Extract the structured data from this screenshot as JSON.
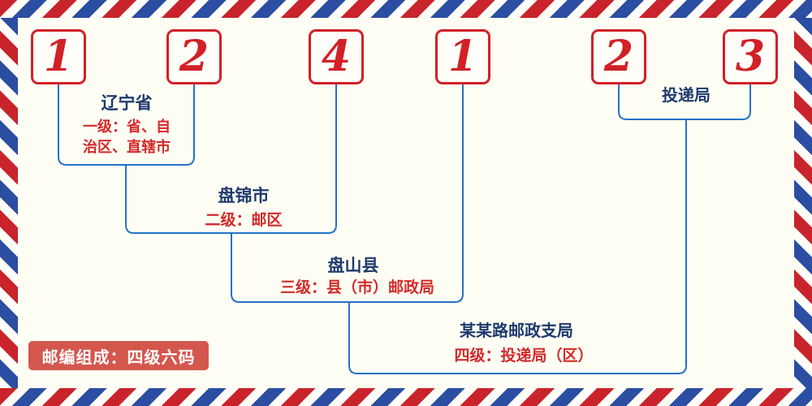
{
  "postal_code": {
    "digits": [
      "1",
      "2",
      "4",
      "1",
      "2",
      "3"
    ]
  },
  "levels": {
    "level1": {
      "name": "辽宁省",
      "desc": "一级：省、自治区、直辖市"
    },
    "level2": {
      "name": "盘锦市",
      "desc": "二级：邮区"
    },
    "level3": {
      "name": "盘山县",
      "desc": "三级：县（市）邮政局"
    },
    "level4": {
      "name": "某某路邮政支局",
      "desc": "四级：投递局（区）"
    },
    "delivery_office": {
      "name": "投递局"
    }
  },
  "footer": {
    "badge_text": "邮编组成：四级六码"
  },
  "colors": {
    "digit_red": "#d22027",
    "text_red": "#d22a2a",
    "text_navy": "#1e3a6e",
    "line_blue": "#2472c8",
    "stripe_red": "#c9242b",
    "stripe_blue": "#2b4ea2",
    "badge_background": "#d4574e",
    "page_background": "#fffef4"
  }
}
